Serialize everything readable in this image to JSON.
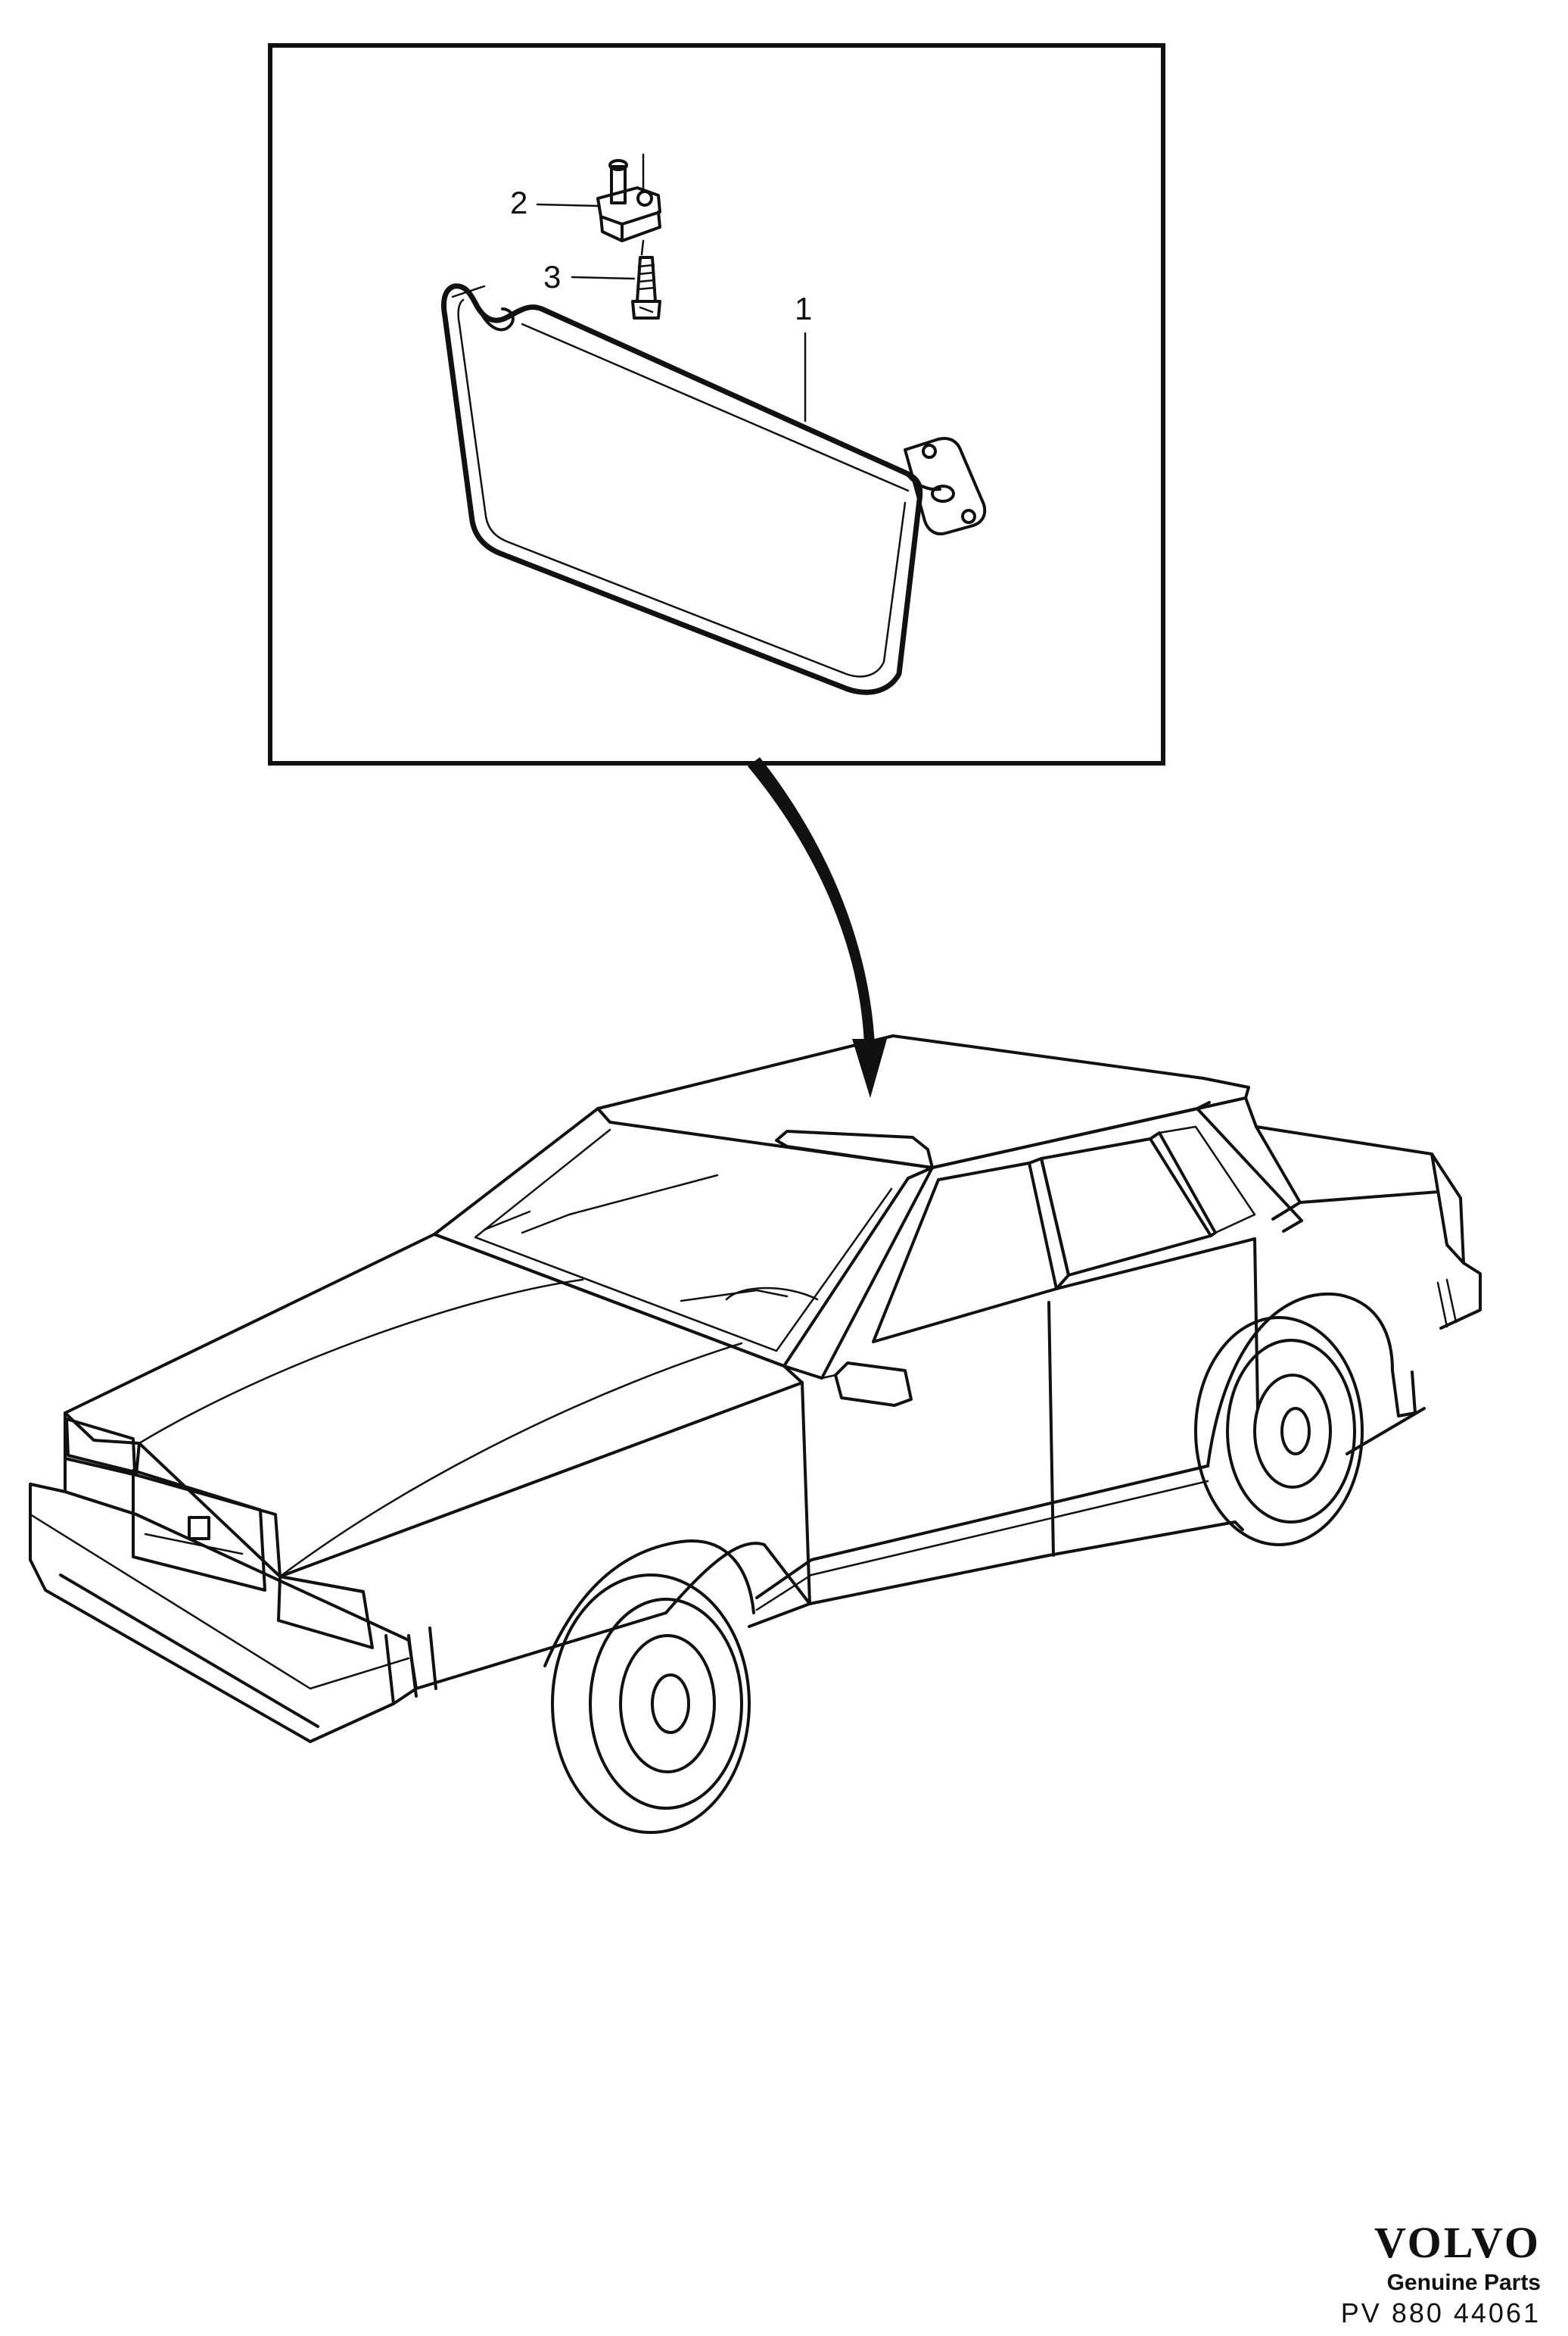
{
  "callouts": {
    "part_1": "1",
    "part_2": "2",
    "part_3": "3"
  },
  "brand": {
    "logo": "VOLVO",
    "tagline": "Genuine Parts",
    "code": "PV 880 44061"
  }
}
